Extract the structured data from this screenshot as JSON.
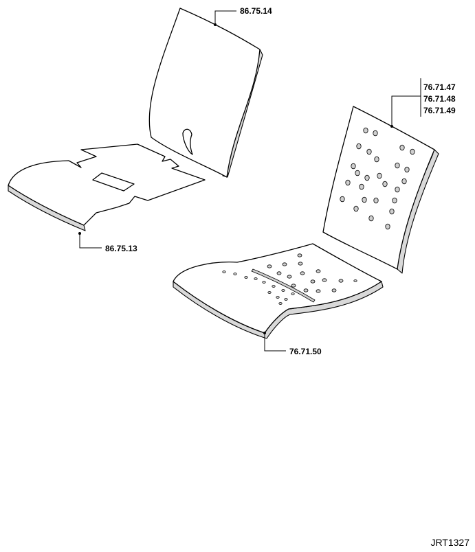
{
  "drawing_ref": "JRT1327",
  "callouts": {
    "back_cover": "86.75.14",
    "seat_cover": "86.75.13",
    "back_panel": [
      "76.71.47",
      "76.71.48",
      "76.71.49"
    ],
    "seat_panel": "76.71.50"
  }
}
